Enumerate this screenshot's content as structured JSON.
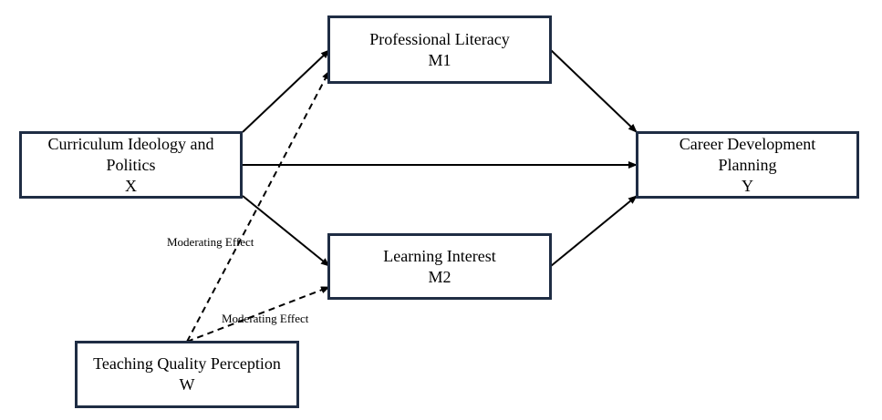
{
  "nodes": {
    "x": {
      "lines": [
        "Curriculum Ideology and",
        "Politics"
      ],
      "var": "X"
    },
    "m1": {
      "lines": [
        "Professional Literacy"
      ],
      "var": "M1"
    },
    "m2": {
      "lines": [
        "Learning Interest"
      ],
      "var": "M2"
    },
    "y": {
      "lines": [
        "Career Development",
        "Planning"
      ],
      "var": "Y"
    },
    "w": {
      "lines": [
        "Teaching Quality Perception"
      ],
      "var": "W"
    }
  },
  "edges": [
    {
      "from": "x",
      "to": "m1",
      "style": "solid"
    },
    {
      "from": "x",
      "to": "m2",
      "style": "solid"
    },
    {
      "from": "x",
      "to": "y",
      "style": "solid"
    },
    {
      "from": "m1",
      "to": "y",
      "style": "solid"
    },
    {
      "from": "m2",
      "to": "y",
      "style": "solid"
    },
    {
      "from": "w",
      "to": "m1",
      "style": "dashed",
      "label": "Moderating Effect"
    },
    {
      "from": "w",
      "to": "m2",
      "style": "dashed",
      "label": "Moderating Effect"
    }
  ],
  "colors": {
    "box_border": "#1f2d44",
    "line": "#000000"
  }
}
